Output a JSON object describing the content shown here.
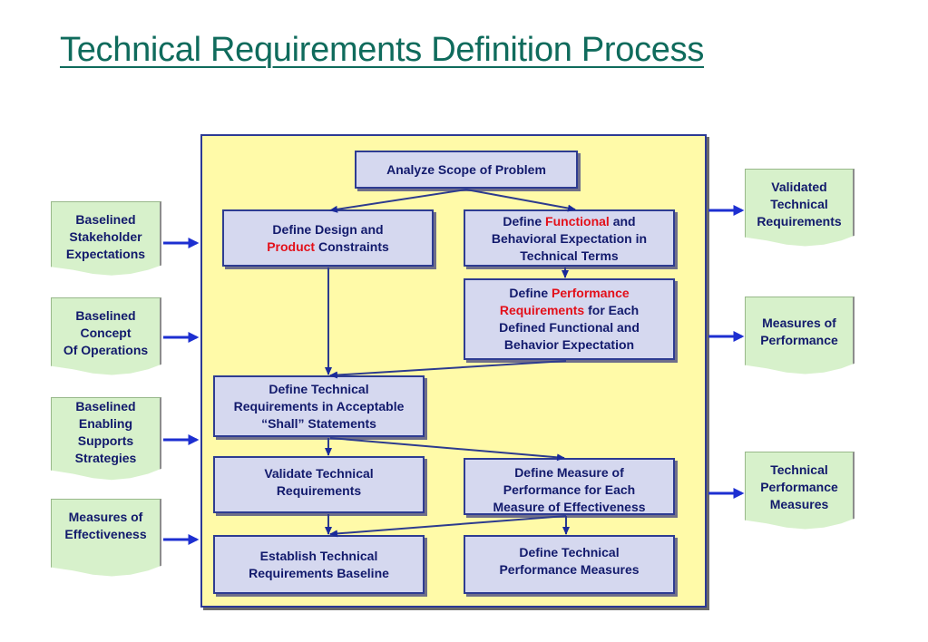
{
  "title": "Technical Requirements Definition Process",
  "process": {
    "analyze_scope": "Analyze Scope of Problem",
    "design_constraints": {
      "line1": "Define Design and",
      "line2_red": "Product",
      "line2_rest": " Constraints"
    },
    "functional": {
      "prefix": "Define ",
      "red": "Functional",
      "suffix": " and",
      "line2": "Behavioral Expectation in",
      "line3": "Technical Terms"
    },
    "performance": {
      "prefix": "Define ",
      "red1": "Performance",
      "red2": "Requirements",
      "suffix": " for Each",
      "line3": "Defined Functional and",
      "line4": "Behavior Expectation"
    },
    "shall": {
      "line1": "Define Technical",
      "line2": "Requirements in Acceptable",
      "line3": "“Shall” Statements"
    },
    "validate": {
      "line1": "Validate Technical",
      "line2": "Requirements"
    },
    "measure_perf": {
      "line1": "Define Measure of",
      "line2": "Performance for Each",
      "line3": "Measure of Effectiveness"
    },
    "baseline": {
      "line1": "Establish Technical",
      "line2": "Requirements Baseline"
    },
    "tpm": {
      "line1": "Define Technical",
      "line2": "Performance Measures"
    }
  },
  "inputs": [
    {
      "line1": "Baselined",
      "line2": "Stakeholder",
      "line3": "Expectations",
      "line4": ""
    },
    {
      "line1": "Baselined",
      "line2": "Concept",
      "line3": "Of Operations",
      "line4": ""
    },
    {
      "line1": "Baselined",
      "line2": "Enabling",
      "line3": "Supports",
      "line4": "Strategies"
    },
    {
      "line1": "Measures of",
      "line2": "Effectiveness",
      "line3": "",
      "line4": ""
    }
  ],
  "outputs": [
    {
      "line1": "Validated",
      "line2": "Technical",
      "line3": "Requirements"
    },
    {
      "line1": "Measures of",
      "line2": "Performance",
      "line3": ""
    },
    {
      "line1": "Technical",
      "line2": "Performance",
      "line3": "Measures"
    }
  ],
  "colors": {
    "title": "#0f6b5c",
    "panel_bg": "#fffaa8",
    "box_bg": "#d5d8ef",
    "box_border": "#2e3c92",
    "doc_bg": "#d7f1cb",
    "text": "#121a6c",
    "highlight": "#e3101a",
    "arrow": "#1d2fd1"
  }
}
